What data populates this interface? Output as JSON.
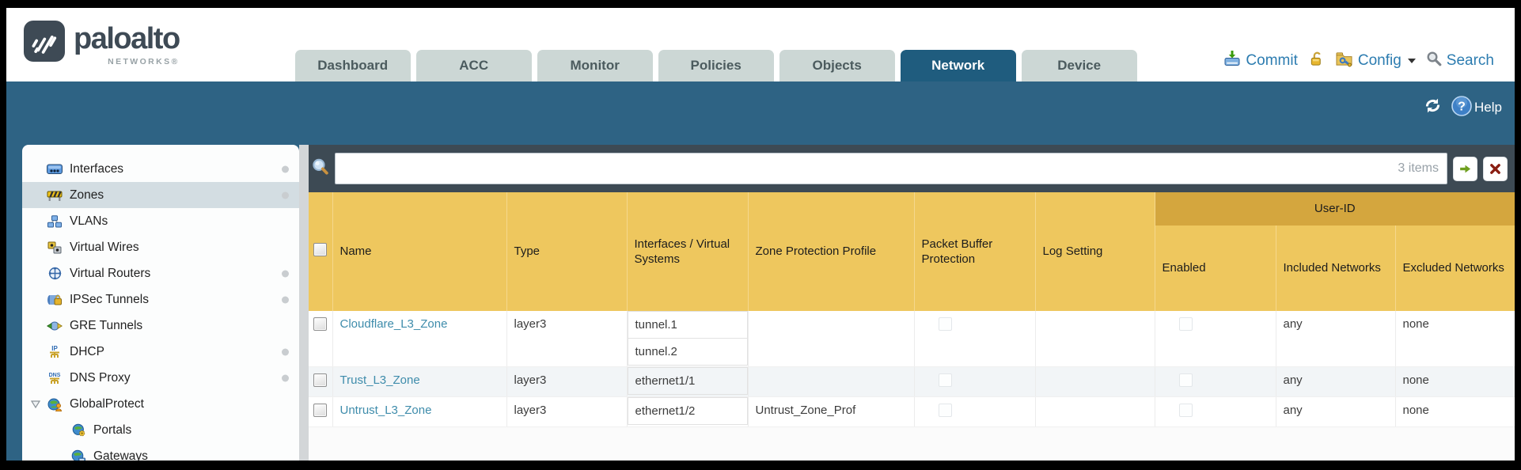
{
  "header": {
    "brand": "paloalto",
    "brand_sub": "NETWORKS®",
    "tabs": [
      {
        "label": "Dashboard",
        "active": false
      },
      {
        "label": "ACC",
        "active": false
      },
      {
        "label": "Monitor",
        "active": false
      },
      {
        "label": "Policies",
        "active": false
      },
      {
        "label": "Objects",
        "active": false
      },
      {
        "label": "Network",
        "active": true
      },
      {
        "label": "Device",
        "active": false
      }
    ],
    "actions": {
      "commit_label": "Commit",
      "config_label": "Config",
      "search_label": "Search"
    }
  },
  "band": {
    "help_label": "Help"
  },
  "sidebar": {
    "items": [
      {
        "label": "Interfaces",
        "icon": "interfaces-icon",
        "dot": true,
        "selected": false,
        "child": false,
        "expander": false
      },
      {
        "label": "Zones",
        "icon": "zones-icon",
        "dot": true,
        "selected": true,
        "child": false,
        "expander": false
      },
      {
        "label": "VLANs",
        "icon": "vlans-icon",
        "dot": false,
        "selected": false,
        "child": false,
        "expander": false
      },
      {
        "label": "Virtual Wires",
        "icon": "virtual-wires-icon",
        "dot": false,
        "selected": false,
        "child": false,
        "expander": false
      },
      {
        "label": "Virtual Routers",
        "icon": "virtual-routers-icon",
        "dot": true,
        "selected": false,
        "child": false,
        "expander": false
      },
      {
        "label": "IPSec Tunnels",
        "icon": "ipsec-tunnels-icon",
        "dot": true,
        "selected": false,
        "child": false,
        "expander": false
      },
      {
        "label": "GRE Tunnels",
        "icon": "gre-tunnels-icon",
        "dot": false,
        "selected": false,
        "child": false,
        "expander": false
      },
      {
        "label": "DHCP",
        "icon": "dhcp-icon",
        "dot": true,
        "selected": false,
        "child": false,
        "expander": false
      },
      {
        "label": "DNS Proxy",
        "icon": "dns-proxy-icon",
        "dot": true,
        "selected": false,
        "child": false,
        "expander": false
      },
      {
        "label": "GlobalProtect",
        "icon": "globalprotect-icon",
        "dot": false,
        "selected": false,
        "child": false,
        "expander": true
      },
      {
        "label": "Portals",
        "icon": "portals-icon",
        "dot": false,
        "selected": false,
        "child": true,
        "expander": false
      },
      {
        "label": "Gateways",
        "icon": "gateways-icon",
        "dot": false,
        "selected": false,
        "child": true,
        "expander": false
      }
    ]
  },
  "filterbar": {
    "search_value": "",
    "count_label": "3 items"
  },
  "table": {
    "group_header": "User-ID",
    "columns": [
      "Name",
      "Type",
      "Interfaces / Virtual Systems",
      "Zone Protection Profile",
      "Packet Buffer Protection",
      "Log Setting"
    ],
    "user_id_columns": [
      "Enabled",
      "Included Networks",
      "Excluded Networks"
    ],
    "rows": [
      {
        "name": "Cloudflare_L3_Zone",
        "type": "layer3",
        "interfaces": [
          "tunnel.1",
          "tunnel.2"
        ],
        "zone_protection_profile": "",
        "packet_buffer_protection": false,
        "log_setting": "",
        "user_id_enabled": false,
        "included_networks": "any",
        "excluded_networks": "none"
      },
      {
        "name": "Trust_L3_Zone",
        "type": "layer3",
        "interfaces": [
          "ethernet1/1"
        ],
        "zone_protection_profile": "",
        "packet_buffer_protection": false,
        "log_setting": "",
        "user_id_enabled": false,
        "included_networks": "any",
        "excluded_networks": "none"
      },
      {
        "name": "Untrust_L3_Zone",
        "type": "layer3",
        "interfaces": [
          "ethernet1/2"
        ],
        "zone_protection_profile": "Untrust_Zone_Prof",
        "packet_buffer_protection": false,
        "log_setting": "",
        "user_id_enabled": false,
        "included_networks": "any",
        "excluded_networks": "none"
      }
    ]
  },
  "colors": {
    "brand_dark": "#3e4a55",
    "teal_band": "#2e6384",
    "active_tab": "#1f5c7e",
    "inactive_tab": "#ccd7d5",
    "link_blue": "#2c7cb0",
    "table_header_orange": "#eec75e",
    "user_id_band": "#d4a63e",
    "filterbar_dark": "#3d4a54",
    "zone_link": "#3e8cab",
    "sidebar_selected": "#d3dde2"
  }
}
